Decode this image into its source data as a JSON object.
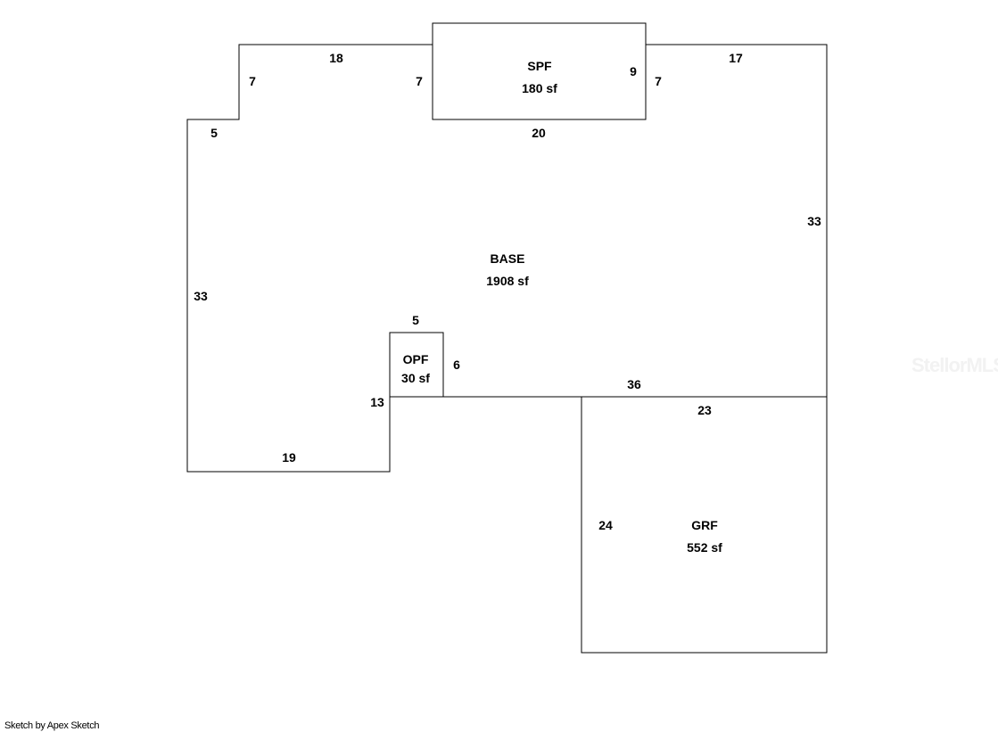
{
  "areas": {
    "spf": {
      "name": "SPF",
      "size": "180 sf"
    },
    "base": {
      "name": "BASE",
      "size": "1908 sf"
    },
    "opf": {
      "name": "OPF",
      "size": "30 sf"
    },
    "grf": {
      "name": "GRF",
      "size": "552 sf"
    }
  },
  "dimensions": {
    "top_left_18": "18",
    "left_step_7": "7",
    "left_step_5": "5",
    "left_33": "33",
    "bottom_19": "19",
    "notch_13": "13",
    "opf_top_5": "5",
    "opf_right_6": "6",
    "spf_left_7": "7",
    "spf_right_9": "9",
    "spf_bottom_20": "20",
    "right_step_7": "7",
    "top_right_17": "17",
    "right_33": "33",
    "bottom_36": "36",
    "grf_top_23": "23",
    "grf_left_24": "24"
  },
  "footer": {
    "credit": "Sketch by Apex Sketch"
  },
  "watermark": {
    "text": "StellorMLS"
  }
}
